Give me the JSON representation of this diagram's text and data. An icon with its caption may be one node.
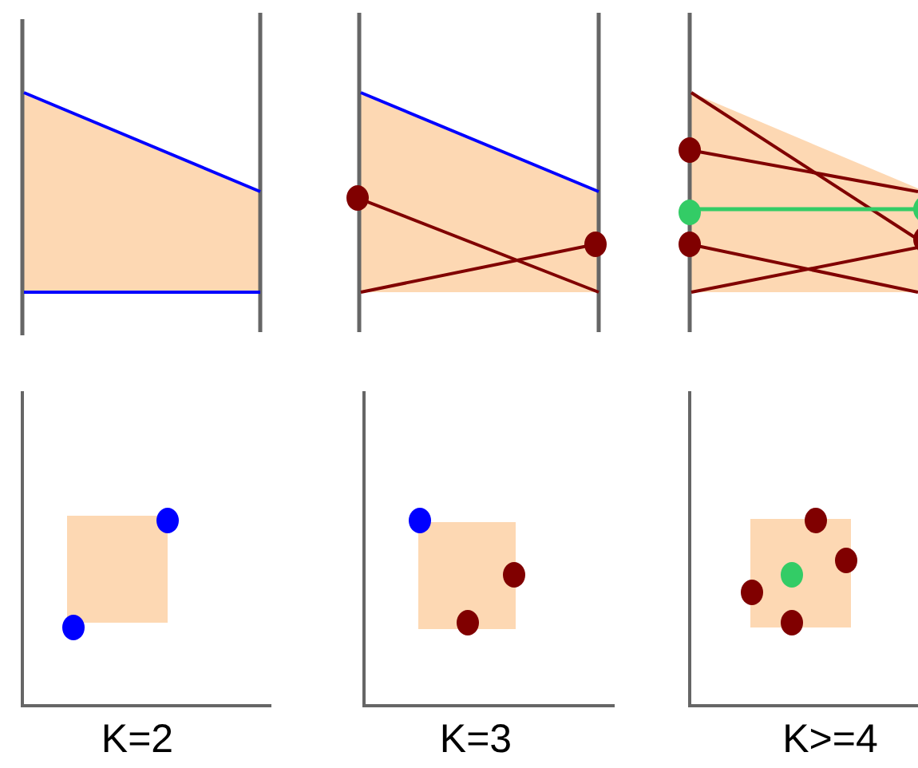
{
  "diagram": {
    "labels": [
      "K=2",
      "K=3",
      "K>=4"
    ]
  }
}
